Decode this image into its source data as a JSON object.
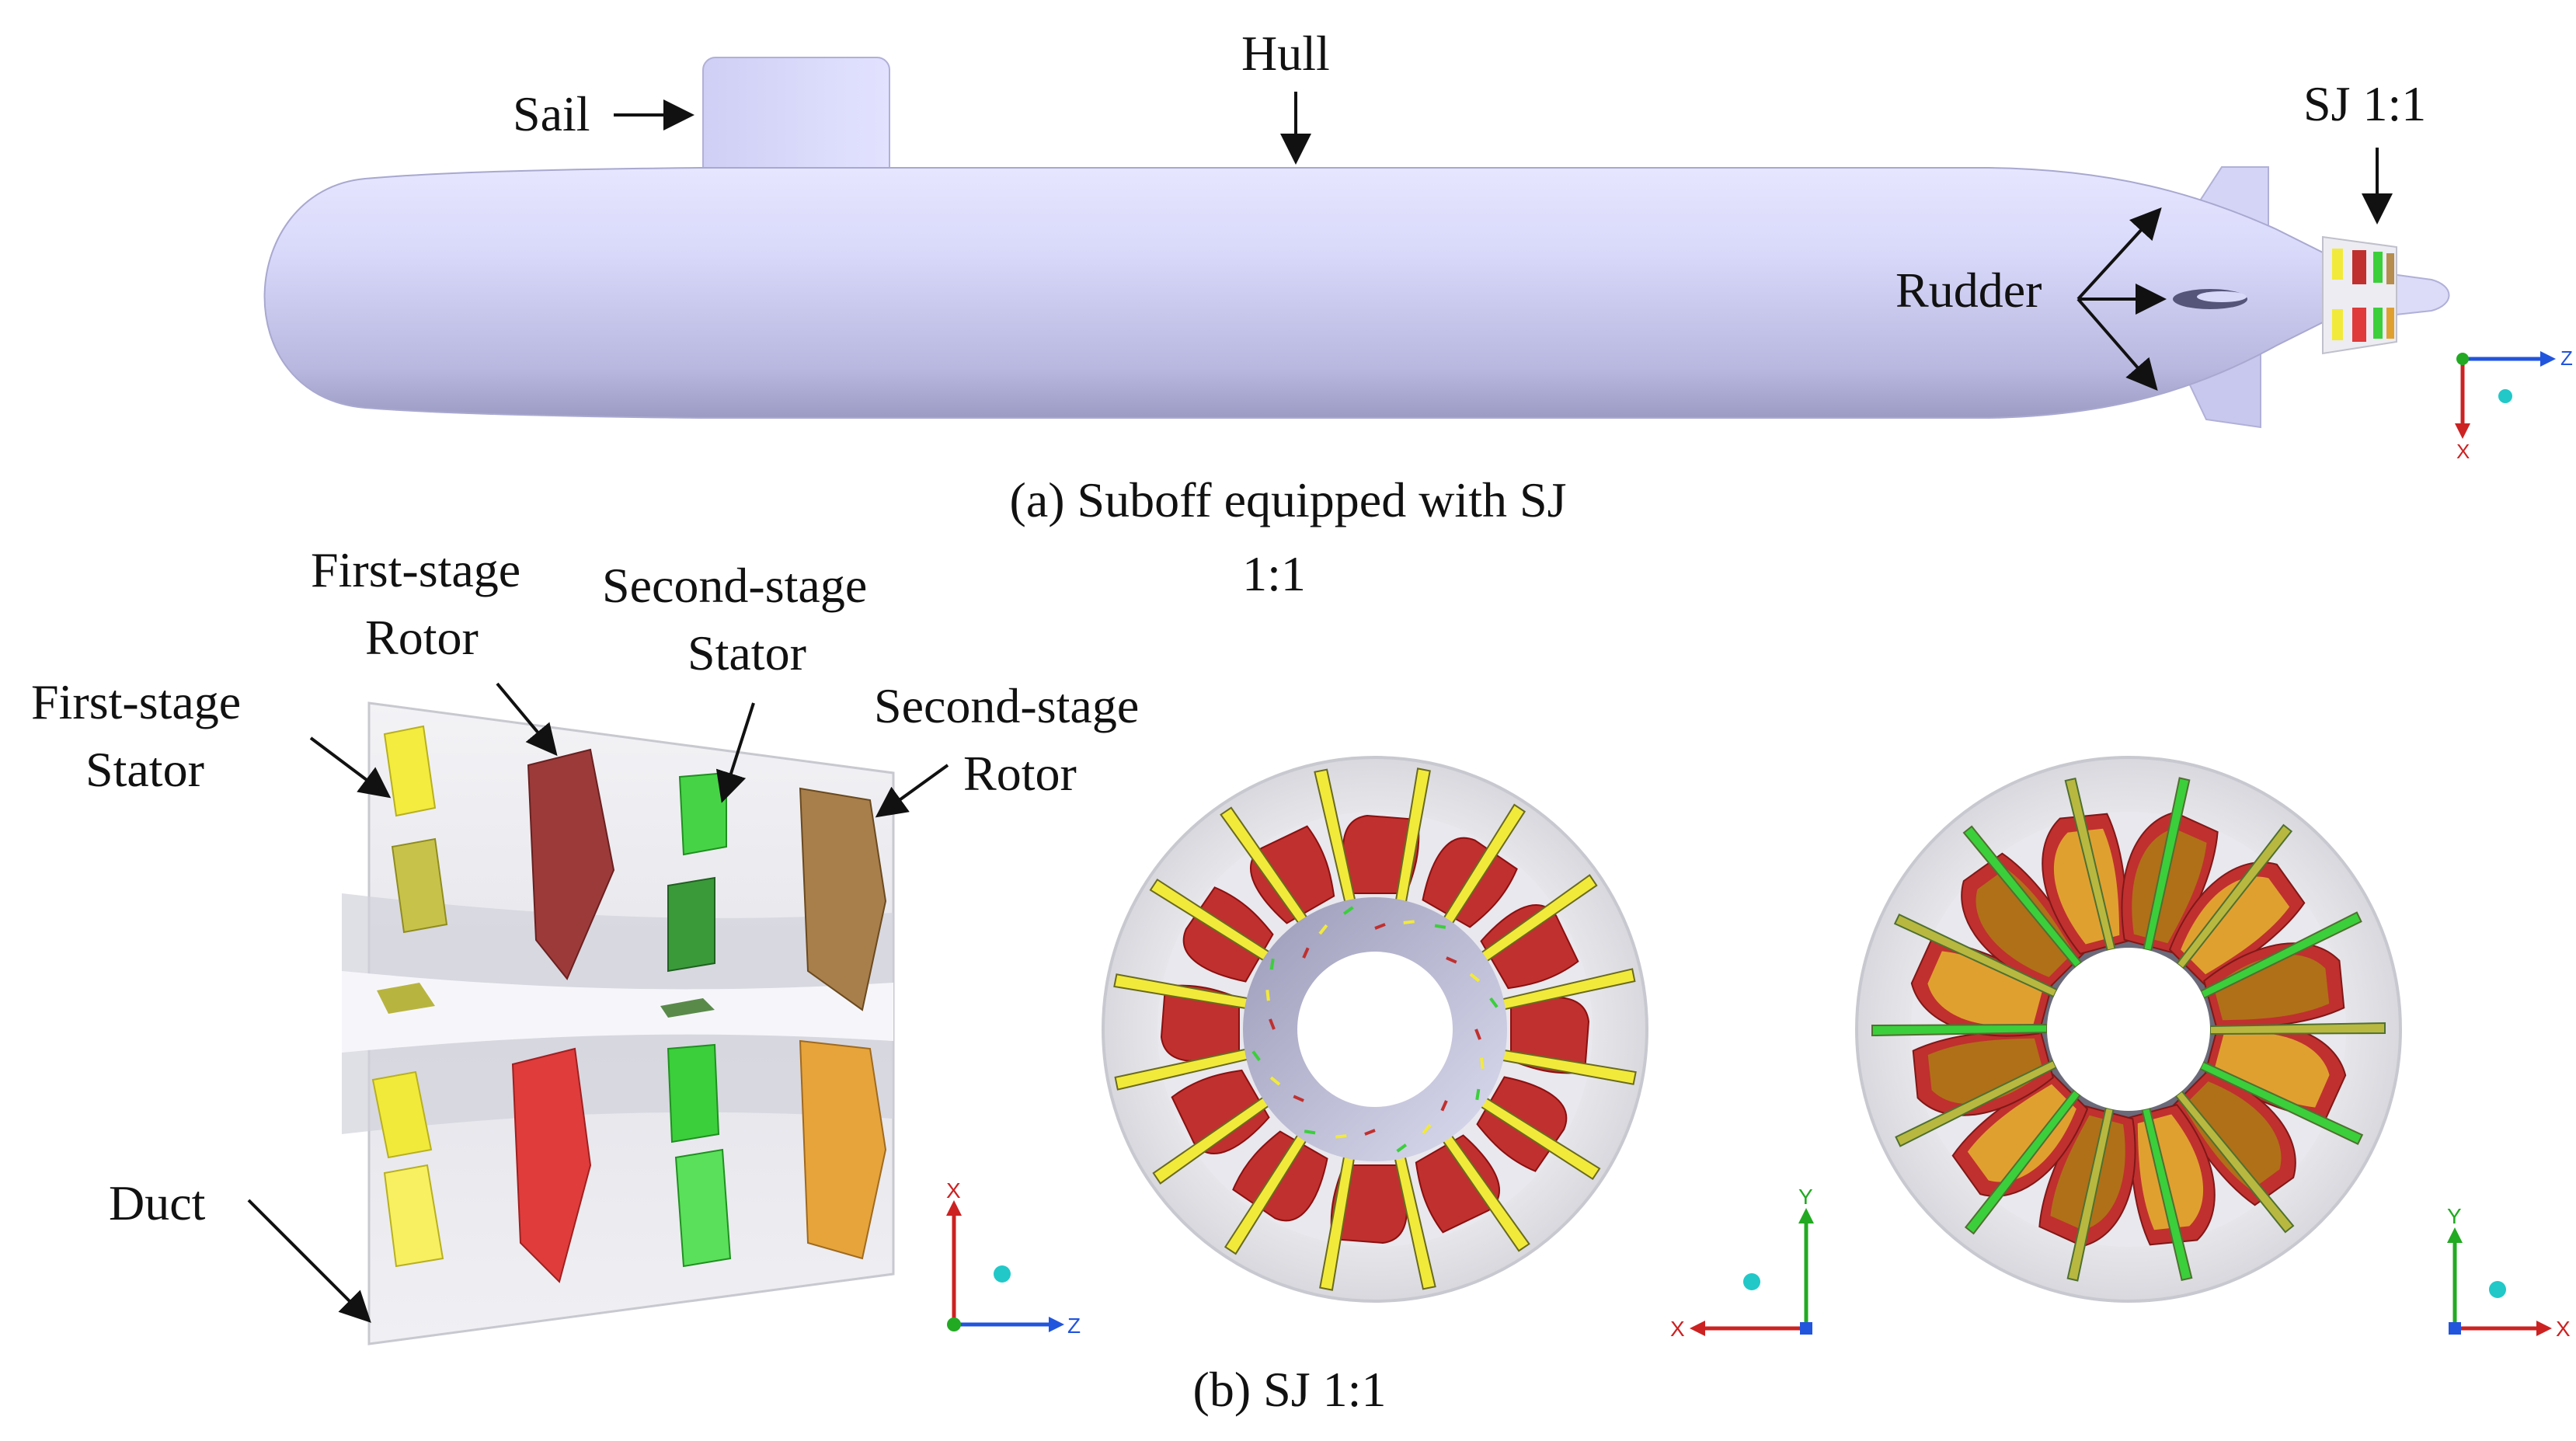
{
  "top": {
    "labels": {
      "sail": "Sail",
      "hull": "Hull",
      "sj": "SJ 1:1",
      "rudder": "Rudder"
    },
    "caption_line1": "(a) Suboff equipped with SJ",
    "caption_line2": "1:1",
    "axes": {
      "right": "Z",
      "down": "X"
    }
  },
  "bottom": {
    "labels": {
      "first_stator_line1": "First-stage",
      "first_stator_line2": "Stator",
      "first_rotor_line1": "First-stage",
      "first_rotor_line2": "Rotor",
      "second_stator_line1": "Second-stage",
      "second_stator_line2": "Stator",
      "second_rotor_line1": "Second-stage",
      "second_rotor_line2": "Rotor",
      "duct": "Duct"
    },
    "caption": "(b) SJ 1:1",
    "axes_side": {
      "up": "X",
      "right": "Z"
    },
    "axes_front": {
      "up": "Y",
      "left": "X"
    },
    "axes_back": {
      "up": "Y",
      "right": "X"
    }
  },
  "colors": {
    "hull": "#d9d9ff",
    "stator_first": "#f2ea3a",
    "rotor_first": "#c0302e",
    "stator_second": "#3bcf3b",
    "rotor_second": "#e0a030",
    "axis_red": "#cc2222",
    "axis_green": "#22aa22",
    "axis_blue": "#2255dd"
  }
}
